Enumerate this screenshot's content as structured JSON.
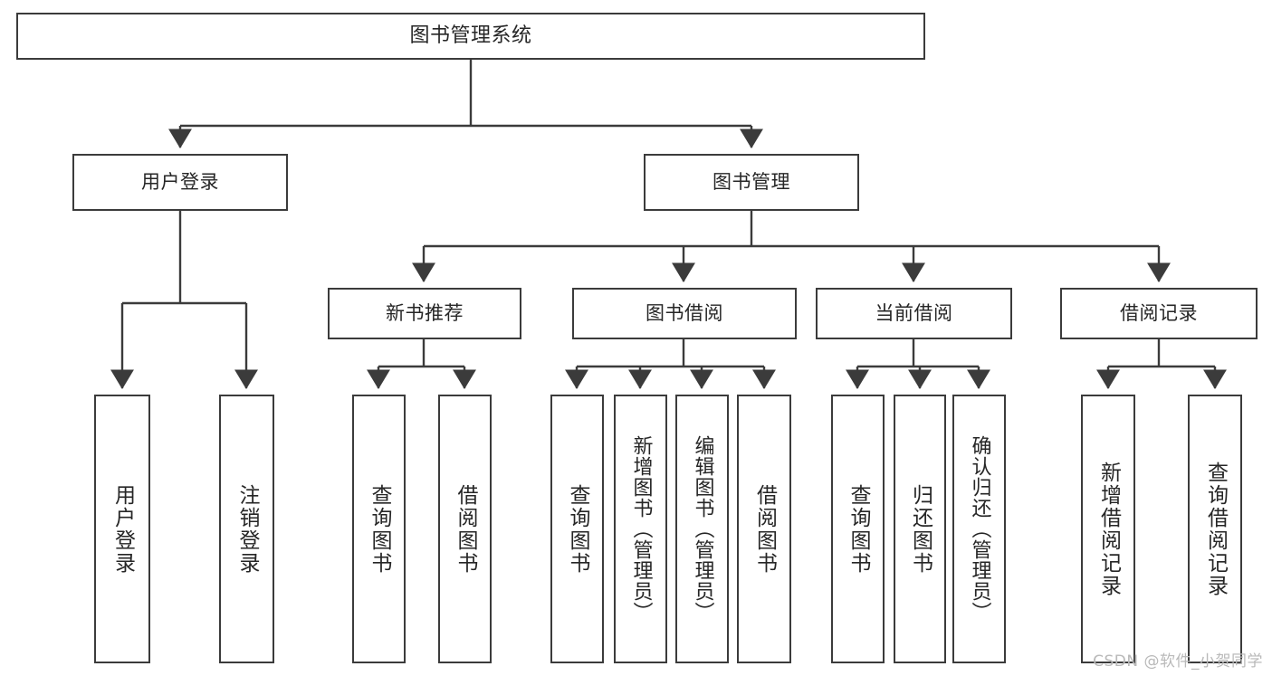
{
  "diagram": {
    "title": "图书管理系统",
    "type": "tree-hierarchy-diagram",
    "colors": {
      "box_border": "#3b3b3b",
      "box_fill": "#ffffff",
      "text": "#262626",
      "edge": "#3b3b3b",
      "watermark": "#b9b9b9"
    },
    "root": {
      "label": "图书管理系统"
    },
    "level2": [
      {
        "label": "用户登录"
      },
      {
        "label": "图书管理"
      }
    ],
    "level3": [
      {
        "label": "新书推荐"
      },
      {
        "label": "图书借阅"
      },
      {
        "label": "当前借阅"
      },
      {
        "label": "借阅记录"
      }
    ],
    "leaves": {
      "user_login": [
        {
          "label": "用户登录"
        },
        {
          "label": "注销登录"
        }
      ],
      "new_book_recommend": [
        {
          "label": "查询图书"
        },
        {
          "label": "借阅图书"
        }
      ],
      "book_borrow": [
        {
          "label": "查询图书"
        },
        {
          "label": "新增图书（管理员）"
        },
        {
          "label": "编辑图书（管理员）"
        },
        {
          "label": "借阅图书"
        }
      ],
      "current_borrow": [
        {
          "label": "查询图书"
        },
        {
          "label": "归还图书"
        },
        {
          "label": "确认归还（管理员）"
        }
      ],
      "borrow_record": [
        {
          "label": "新增借阅记录"
        },
        {
          "label": "查询借阅记录"
        }
      ]
    },
    "watermark": "CSDN @软件_小贺同学"
  }
}
